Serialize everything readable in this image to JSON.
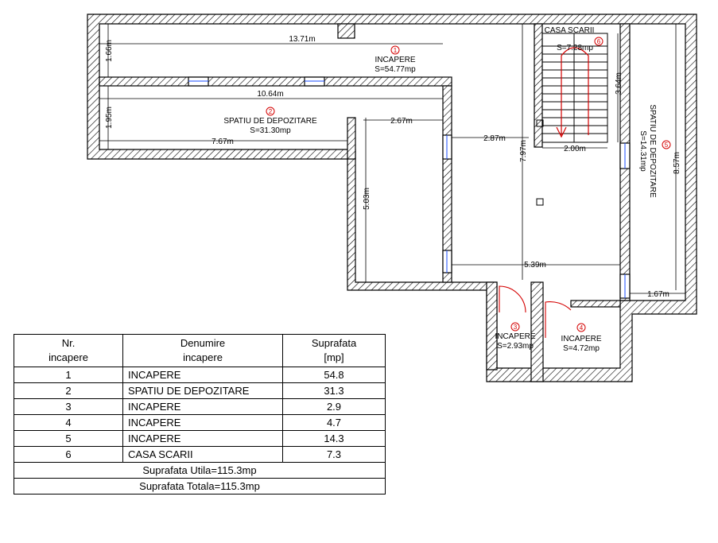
{
  "plan": {
    "rooms": [
      {
        "num": "1",
        "name": "INCAPERE",
        "area": "S=54.77mp"
      },
      {
        "num": "2",
        "name": "SPATIU DE DEPOZITARE",
        "area": "S=31.30mp"
      },
      {
        "num": "3",
        "name": "INCAPERE",
        "area": "S=2.93mp"
      },
      {
        "num": "4",
        "name": "INCAPERE",
        "area": "S=4.72mp"
      },
      {
        "num": "5",
        "name": "SPATIU DE DEPOZITARE",
        "area": "S=14.31mp"
      },
      {
        "num": "6",
        "name": "CASA SCARII",
        "area": "S=7.28mp"
      }
    ],
    "dimensions": {
      "d1371": "13.71m",
      "d166": "1.66m",
      "d1064": "10.64m",
      "d195": "1.95m",
      "d767": "7.67m",
      "d267": "2.67m",
      "d287": "2.87m",
      "d797": "7.97m",
      "d364": "3.64m",
      "d200": "2.00m",
      "d857": "8.57m",
      "d503": "5.03m",
      "d539": "5.39m",
      "d167": "1.67m"
    }
  },
  "table": {
    "headers": [
      [
        "Nr.",
        "incapere"
      ],
      [
        "Denumire",
        "incapere"
      ],
      [
        "Suprafata",
        "[mp]"
      ]
    ],
    "rows": [
      {
        "nr": "1",
        "name": "INCAPERE",
        "area": "54.8"
      },
      {
        "nr": "2",
        "name": "SPATIU DE DEPOZITARE",
        "area": "31.3"
      },
      {
        "nr": "3",
        "name": "INCAPERE",
        "area": "2.9"
      },
      {
        "nr": "4",
        "name": "INCAPERE",
        "area": "4.7"
      },
      {
        "nr": "5",
        "name": "INCAPERE",
        "area": "14.3"
      },
      {
        "nr": "6",
        "name": "CASA SCARII",
        "area": "7.3"
      }
    ],
    "useful_area": "Suprafata Utila=115.3mp",
    "total_area": "Suprafata Totala=115.3mp"
  }
}
